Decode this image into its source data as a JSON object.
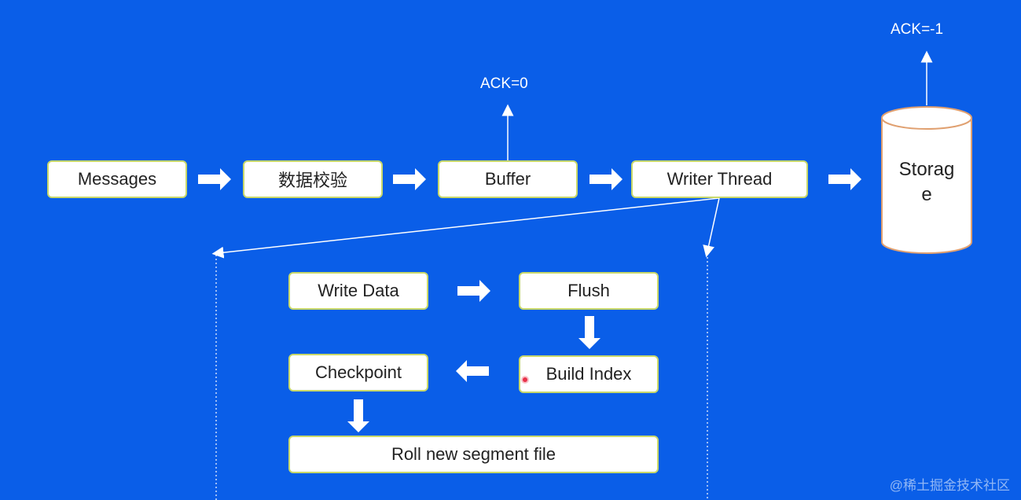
{
  "pipeline": {
    "messages": "Messages",
    "validation": "数据校验",
    "buffer": "Buffer",
    "writer_thread": "Writer Thread",
    "storage": "Storag\ne"
  },
  "acks": {
    "buffer_ack": "ACK=0",
    "storage_ack": "ACK=-1"
  },
  "writer_steps": {
    "write_data": "Write Data",
    "flush": "Flush",
    "build_index": "Build Index",
    "checkpoint": "Checkpoint",
    "roll_segment": "Roll new segment file"
  },
  "watermark": "@稀土掘金技术社区",
  "colors": {
    "background": "#0a5ee8",
    "box_fill": "#ffffff",
    "box_border": "#c8d86a",
    "storage_border": "#e0a070",
    "cursor_dot": "#e8324a"
  }
}
